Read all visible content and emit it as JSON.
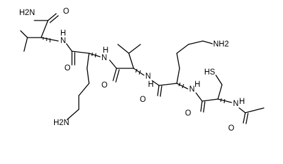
{
  "diagram": {
    "labels": {
      "amide_nh2": "H2N",
      "amide_o_top": "O",
      "nh_1": "N",
      "h_1": "H",
      "o_1": "O",
      "nh_2": "N",
      "h_2": "H",
      "nh2_lys1": "H2N",
      "o_2": "O",
      "nh_3": "N",
      "h_3": "H",
      "nh2_lys2": "NH2",
      "o_3": "O",
      "nh_4": "N",
      "h_4": "H",
      "sh": "HS",
      "o_4": "O",
      "nh_5": "N",
      "h_5": "H",
      "o_acetyl": "O"
    }
  }
}
